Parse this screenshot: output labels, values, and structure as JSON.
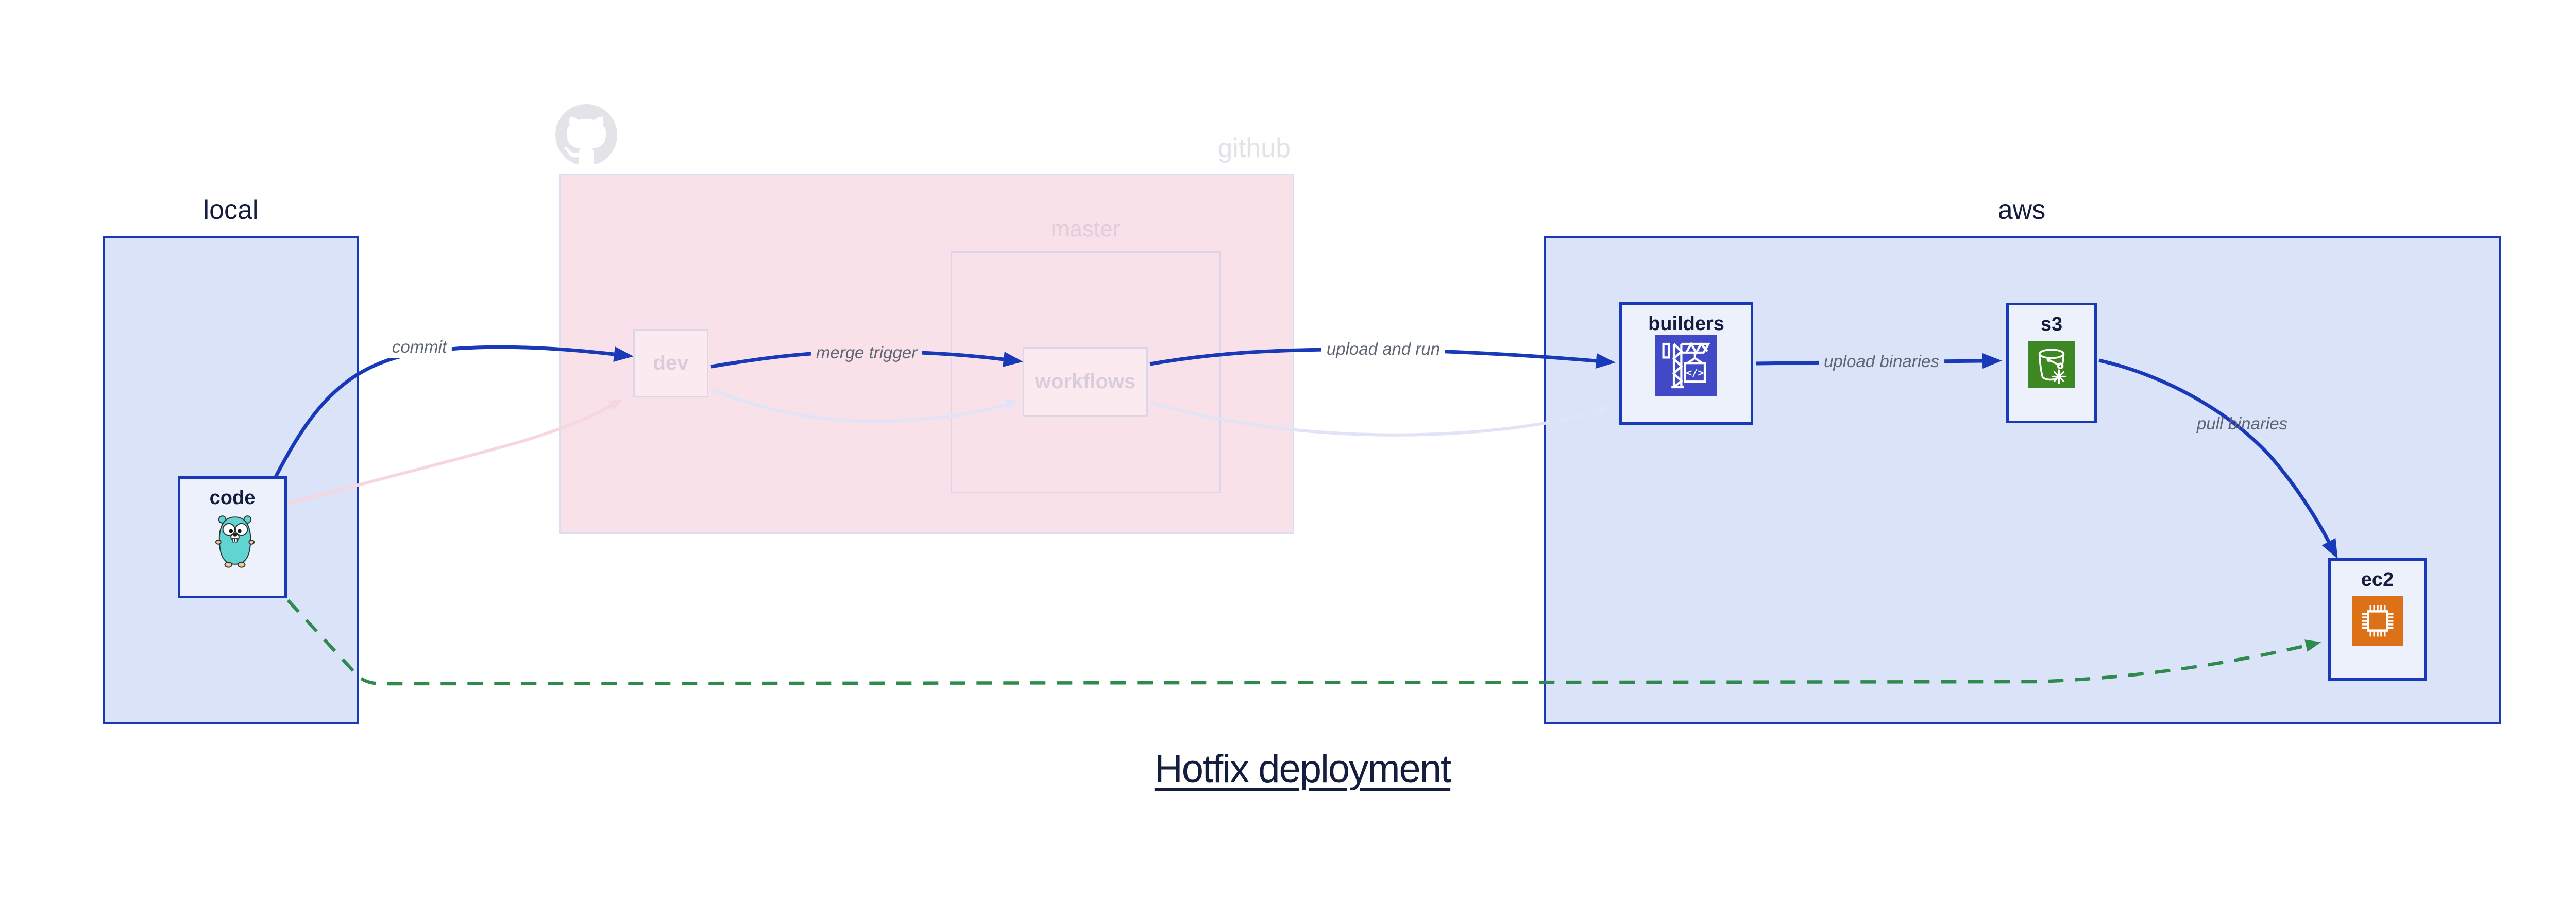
{
  "title": "Hotfix deployment",
  "groups": {
    "local": {
      "label": "local"
    },
    "github": {
      "label": "github",
      "master": {
        "label": "master"
      }
    },
    "aws": {
      "label": "aws"
    }
  },
  "nodes": {
    "code": {
      "label": "code",
      "icon": "go-gopher-icon"
    },
    "dev": {
      "label": "dev"
    },
    "workflows": {
      "label": "workflows"
    },
    "builders": {
      "label": "builders",
      "icon": "aws-codebuild-icon"
    },
    "s3": {
      "label": "s3",
      "icon": "aws-s3-glacier-icon"
    },
    "ec2": {
      "label": "ec2",
      "icon": "aws-ec2-icon"
    }
  },
  "edges": {
    "commit": {
      "from": "code",
      "to": "dev",
      "label": "commit",
      "style": "solid-blue"
    },
    "merge_trigger": {
      "from": "dev",
      "to": "workflows",
      "label": "merge trigger",
      "style": "solid-blue"
    },
    "upload_and_run": {
      "from": "workflows",
      "to": "builders",
      "label": "upload and run",
      "style": "solid-blue"
    },
    "upload_binaries": {
      "from": "builders",
      "to": "s3",
      "label": "upload binaries",
      "style": "solid-blue"
    },
    "pull_binaries": {
      "from": "s3",
      "to": "ec2",
      "label": "pull binaries",
      "style": "solid-blue"
    },
    "hotfix_direct_deploy": {
      "from": "code",
      "to": "ec2",
      "label": "",
      "style": "dashed-green"
    },
    "faded_code_to_dev": {
      "from": "code",
      "to": "dev",
      "label": "",
      "style": "faded-pink"
    },
    "faded_dev_to_workflows": {
      "from": "dev",
      "to": "workflows",
      "label": "",
      "style": "faded-lavender"
    },
    "faded_workflows_to_builders": {
      "from": "workflows",
      "to": "builders",
      "label": "",
      "style": "faded-lavender"
    }
  },
  "colors": {
    "accent_blue": "#1839b8",
    "group_fill_blue": "#dbe3f8",
    "node_fill": "#edf1fb",
    "github_fill_pink": "#f9e1e9",
    "faded_border": "#dcd6e9",
    "faded_text": "#d9cddb",
    "master_label": "#e1ceda",
    "faded_edge_pink": "#f6d6df",
    "faded_edge_lavender": "#e0e4f6",
    "green_dashed": "#2e8b4d",
    "edge_label_gray": "#5f6673",
    "github_gray": "#e3e3e7",
    "navy_text": "#141d3e",
    "codebuild_indigo": "#4149c6",
    "s3_green": "#3e8824",
    "ec2_orange": "#dc7117",
    "gopher_teal": "#5fd4d1"
  }
}
